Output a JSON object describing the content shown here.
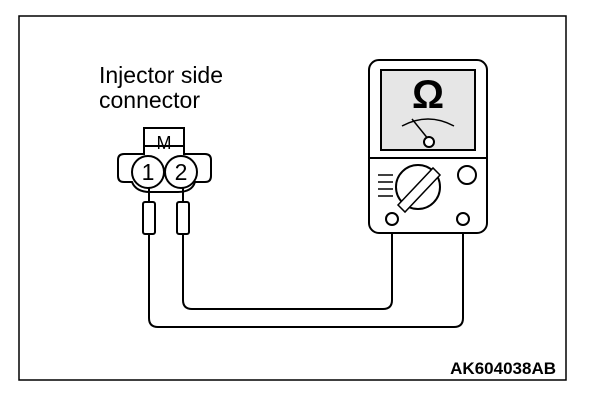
{
  "connector": {
    "label_line1": "Injector side",
    "label_line2": "connector",
    "key_letter": "M",
    "pins": [
      "1",
      "2"
    ]
  },
  "meter": {
    "symbol": "Ω",
    "icon": "ohmmeter-icon"
  },
  "figure_id": "AK604038AB",
  "colors": {
    "line": "#000000",
    "background": "#ffffff",
    "meter_face": "#e6e6e6"
  }
}
